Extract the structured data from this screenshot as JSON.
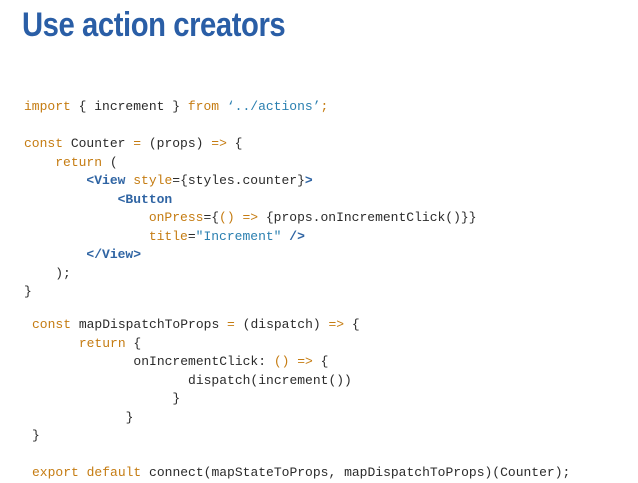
{
  "slide": {
    "title": "Use action creators"
  },
  "code_block_1": {
    "lines": [
      [
        {
          "t": "kw",
          "v": "import"
        },
        {
          "t": "n",
          "v": " { increment } "
        },
        {
          "t": "kw",
          "v": "from"
        },
        {
          "t": "n",
          "v": " "
        },
        {
          "t": "str",
          "v": "‘../actions’"
        },
        {
          "t": "kw",
          "v": ";"
        }
      ],
      [],
      [
        {
          "t": "kw",
          "v": "const"
        },
        {
          "t": "n",
          "v": " Counter "
        },
        {
          "t": "kw",
          "v": "="
        },
        {
          "t": "n",
          "v": " (props) "
        },
        {
          "t": "kw",
          "v": "=>"
        },
        {
          "t": "n",
          "v": " {"
        }
      ],
      [
        {
          "t": "n",
          "v": "    "
        },
        {
          "t": "kw",
          "v": "return"
        },
        {
          "t": "n",
          "v": " ("
        }
      ],
      [
        {
          "t": "n",
          "v": "        "
        },
        {
          "t": "tag",
          "v": "<View"
        },
        {
          "t": "n",
          "v": " "
        },
        {
          "t": "attr",
          "v": "style"
        },
        {
          "t": "n",
          "v": "={styles.counter}"
        },
        {
          "t": "tag",
          "v": ">"
        }
      ],
      [
        {
          "t": "n",
          "v": "            "
        },
        {
          "t": "tag",
          "v": "<Button"
        }
      ],
      [
        {
          "t": "n",
          "v": "                "
        },
        {
          "t": "attr",
          "v": "onPress"
        },
        {
          "t": "n",
          "v": "={"
        },
        {
          "t": "kw",
          "v": "() =>"
        },
        {
          "t": "n",
          "v": " {props.onIncrementClick()}}"
        }
      ],
      [
        {
          "t": "n",
          "v": "                "
        },
        {
          "t": "attr",
          "v": "title"
        },
        {
          "t": "n",
          "v": "="
        },
        {
          "t": "str",
          "v": "\"Increment\""
        },
        {
          "t": "n",
          "v": " "
        },
        {
          "t": "tag",
          "v": "/>"
        }
      ],
      [
        {
          "t": "n",
          "v": "        "
        },
        {
          "t": "tag",
          "v": "</View>"
        }
      ],
      [
        {
          "t": "n",
          "v": "    );"
        }
      ],
      [
        {
          "t": "n",
          "v": "}"
        }
      ]
    ]
  },
  "code_block_2": {
    "lines": [
      [
        {
          "t": "kw",
          "v": "const"
        },
        {
          "t": "n",
          "v": " mapDispatchToProps "
        },
        {
          "t": "kw",
          "v": "="
        },
        {
          "t": "n",
          "v": " (dispatch) "
        },
        {
          "t": "kw",
          "v": "=>"
        },
        {
          "t": "n",
          "v": " {"
        }
      ],
      [
        {
          "t": "n",
          "v": "      "
        },
        {
          "t": "kw",
          "v": "return"
        },
        {
          "t": "n",
          "v": " {"
        }
      ],
      [
        {
          "t": "n",
          "v": "             onIncrementClick: "
        },
        {
          "t": "kw",
          "v": "() =>"
        },
        {
          "t": "n",
          "v": " {"
        }
      ],
      [
        {
          "t": "n",
          "v": "                    dispatch(increment())"
        }
      ],
      [
        {
          "t": "n",
          "v": "                  }"
        }
      ],
      [
        {
          "t": "n",
          "v": "            }"
        }
      ],
      [
        {
          "t": "n",
          "v": "}"
        }
      ],
      [],
      [
        {
          "t": "kw",
          "v": "export"
        },
        {
          "t": "n",
          "v": " "
        },
        {
          "t": "kw",
          "v": "default"
        },
        {
          "t": "n",
          "v": " connect(mapStateToProps, mapDispatchToProps)(Counter);"
        }
      ]
    ]
  }
}
